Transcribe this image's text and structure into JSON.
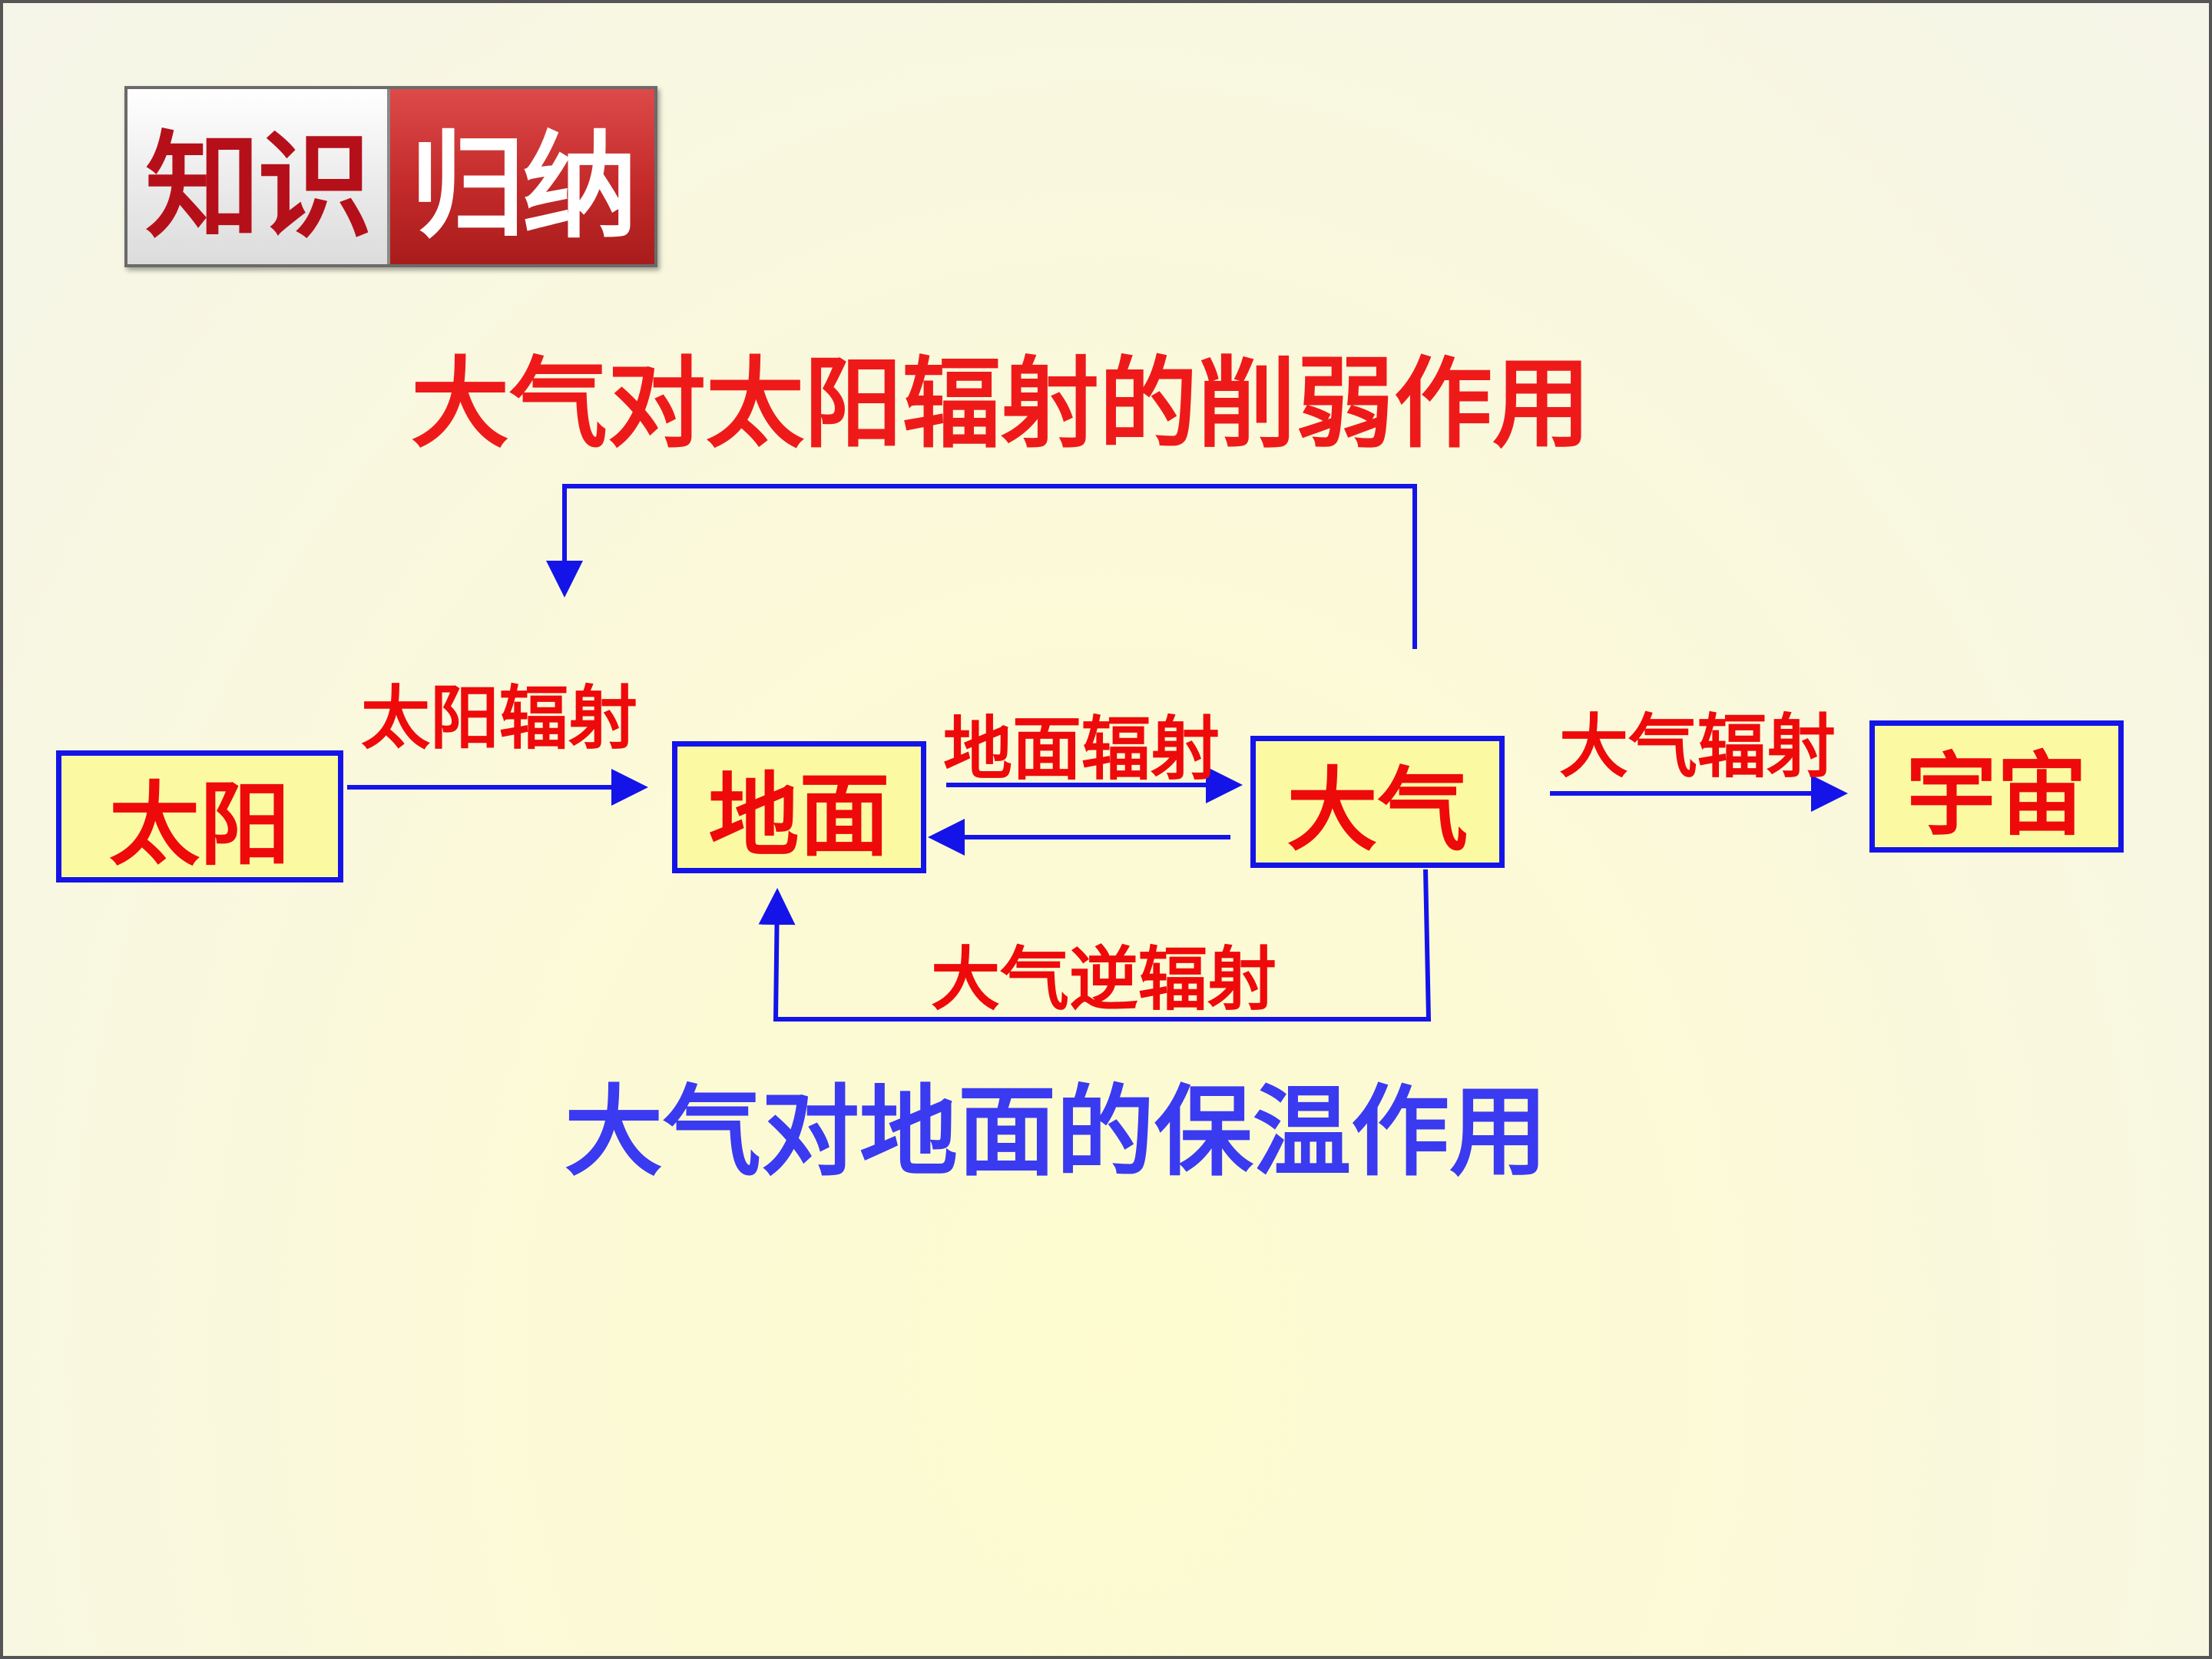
{
  "badge": {
    "left_text": "知识",
    "right_text": "归纳"
  },
  "titles": {
    "top": "大气对太阳辐射的削弱作用",
    "bottom": "大气对地面的保温作用"
  },
  "nodes": {
    "sun": "太阳",
    "ground": "地面",
    "atmosphere": "大气",
    "space": "宇宙"
  },
  "labels": {
    "solar_radiation": "太阳辐射",
    "ground_radiation": "地面辐射",
    "atmospheric_radiation": "大气辐射",
    "atmospheric_counter_radiation": "大气逆辐射"
  },
  "colors": {
    "arrow": "#1414e8",
    "node_fill": "#fbfaa2",
    "node_text": "#ee0a0a",
    "title_red": "#ee1a1a",
    "title_blue": "#3a3af0"
  }
}
